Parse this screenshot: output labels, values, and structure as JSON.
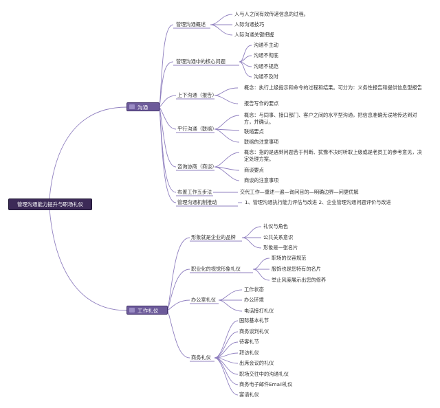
{
  "root": {
    "label": "管理沟通能力提升与职场礼仪"
  },
  "hub1": {
    "label": "沟通"
  },
  "hub2": {
    "label": "工作礼仪"
  },
  "groups": {
    "g1": {
      "label": "管理沟通概述",
      "items": [
        "人与人之间有效传递信息的过程。",
        "人际沟通技巧",
        "人际沟通关键把握"
      ]
    },
    "g2": {
      "label": "管理沟通中的核心问题",
      "items": [
        "沟通不主动",
        "沟通不彻底",
        "沟通不规范",
        "沟通不及时"
      ]
    },
    "g3": {
      "label": "上下沟通（报告）",
      "items": [
        "概念：执行上级指示和命令的过程和结果。可分为：义务性报告和提供信息型报告",
        "报告写作的要点"
      ]
    },
    "g4": {
      "label": "平行沟通（联络）",
      "items": [
        "概念：与同事、接口部门、客户之间的水平型沟通，把信息准确无误地传达到对方，并确认。",
        "联络要点",
        "联络的注意事项"
      ]
    },
    "g5": {
      "label": "咨询协商（商谈）",
      "items": [
        "概念：指的是遇到问题苦于判断、犹豫不决时听取上级或是老员工的参考意见，决定处理方案。",
        "商谈要点",
        "商谈的注意事项"
      ]
    },
    "g6": {
      "label": "布置工作五步法",
      "text": "交代工作—重述一遍—询问目的—明确边界—问更优解"
    },
    "g7": {
      "label": "管理沟通机制推动",
      "text": "1、管理沟通执行能力评估与改进 2、企业管理沟通问题评价与改进"
    },
    "g8": {
      "label": "形象就是企业的品牌",
      "items": [
        "礼仪与角色",
        "公共关系意识",
        "形象是一张名片"
      ]
    },
    "g9": {
      "label": "职业化的视觉形象礼仪",
      "items": [
        "职场的仪容规范",
        "服饰也是您特有的名片",
        "举止风度展示出您的修养"
      ]
    },
    "g10": {
      "label": "办公室礼仪",
      "items": [
        "工作状态",
        "办公环境",
        "电话接打礼仪"
      ]
    },
    "g11": {
      "label": "商务礼仪",
      "items": [
        "国际基本礼节",
        "商务谈判礼仪",
        "待客礼节",
        "拜访礼仪",
        "出席会议的礼仪",
        "职场交往中的沟通礼仪",
        "商务电子邮件Email礼仪",
        "宴请礼仪"
      ]
    }
  },
  "colors": {
    "line": "#8f7fbf",
    "root_bg": "#3c2a57",
    "hub_bg": "#6c5a9a",
    "text": "#333333"
  }
}
